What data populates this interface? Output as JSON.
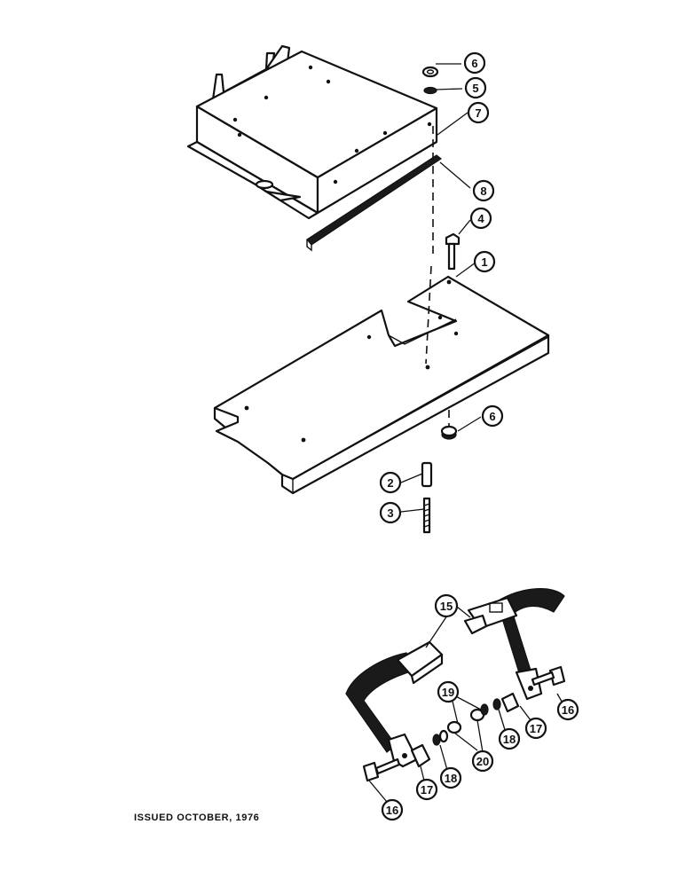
{
  "callouts": {
    "c1": "1",
    "c2": "2",
    "c3": "3",
    "c4": "4",
    "c5": "5",
    "c6a": "6",
    "c6b": "6",
    "c7": "7",
    "c8": "8",
    "c15": "15",
    "c16a": "16",
    "c16b": "16",
    "c17a": "17",
    "c17b": "17",
    "c18a": "18",
    "c18b": "18",
    "c19": "19",
    "c20": "20"
  },
  "footer": {
    "issued": "ISSUED OCTOBER, 1976"
  },
  "colors": {
    "ink": "#111111",
    "paper": "#ffffff"
  }
}
